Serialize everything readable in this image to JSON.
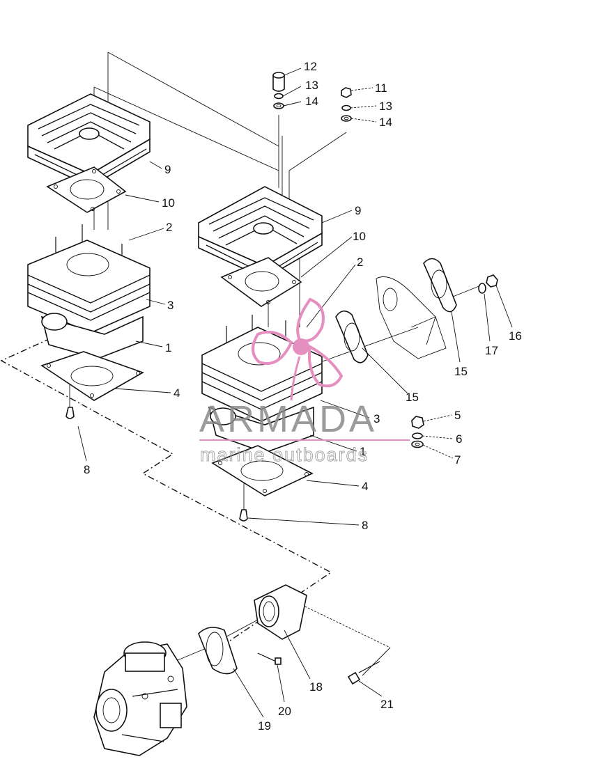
{
  "watermark": {
    "title": "ARMADA",
    "subtitle": "marine outboards",
    "accent_color": "#e58fc0",
    "text_color": "#8a8a8a"
  },
  "callouts": [
    {
      "id": "c12",
      "label": "12"
    },
    {
      "id": "c13a",
      "label": "13"
    },
    {
      "id": "c14a",
      "label": "14"
    },
    {
      "id": "c11",
      "label": "11"
    },
    {
      "id": "c13b",
      "label": "13"
    },
    {
      "id": "c14b",
      "label": "14"
    },
    {
      "id": "c9a",
      "label": "9"
    },
    {
      "id": "c10a",
      "label": "10"
    },
    {
      "id": "c2a",
      "label": "2"
    },
    {
      "id": "c3a",
      "label": "3"
    },
    {
      "id": "c1a",
      "label": "1"
    },
    {
      "id": "c4a",
      "label": "4"
    },
    {
      "id": "c8a",
      "label": "8"
    },
    {
      "id": "c9b",
      "label": "9"
    },
    {
      "id": "c10b",
      "label": "10"
    },
    {
      "id": "c2b",
      "label": "2"
    },
    {
      "id": "c15a",
      "label": "15"
    },
    {
      "id": "c15b",
      "label": "15"
    },
    {
      "id": "c17",
      "label": "17"
    },
    {
      "id": "c16",
      "label": "16"
    },
    {
      "id": "c5",
      "label": "5"
    },
    {
      "id": "c6",
      "label": "6"
    },
    {
      "id": "c7",
      "label": "7"
    },
    {
      "id": "c3b",
      "label": "3"
    },
    {
      "id": "c1b",
      "label": "1"
    },
    {
      "id": "c4b",
      "label": "4"
    },
    {
      "id": "c8b",
      "label": "8"
    },
    {
      "id": "c18",
      "label": "18"
    },
    {
      "id": "c20",
      "label": "20"
    },
    {
      "id": "c19",
      "label": "19"
    },
    {
      "id": "c21",
      "label": "21"
    }
  ]
}
